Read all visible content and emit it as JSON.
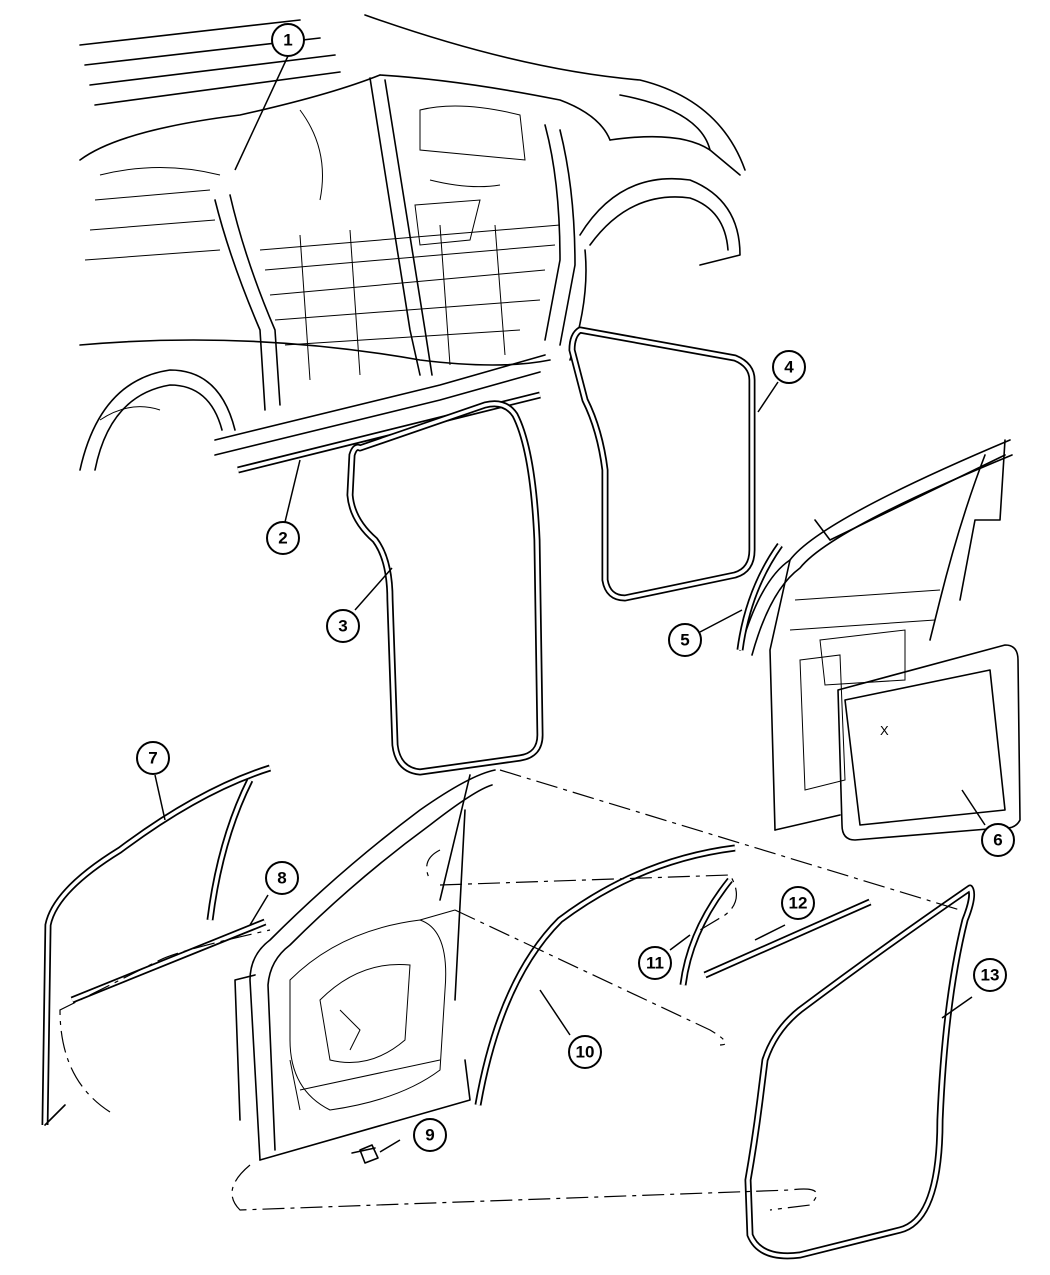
{
  "callouts": [
    "1",
    "2",
    "3",
    "4",
    "5",
    "6",
    "7",
    "8",
    "9",
    "10",
    "11",
    "12",
    "13"
  ],
  "panel_marker": "X"
}
